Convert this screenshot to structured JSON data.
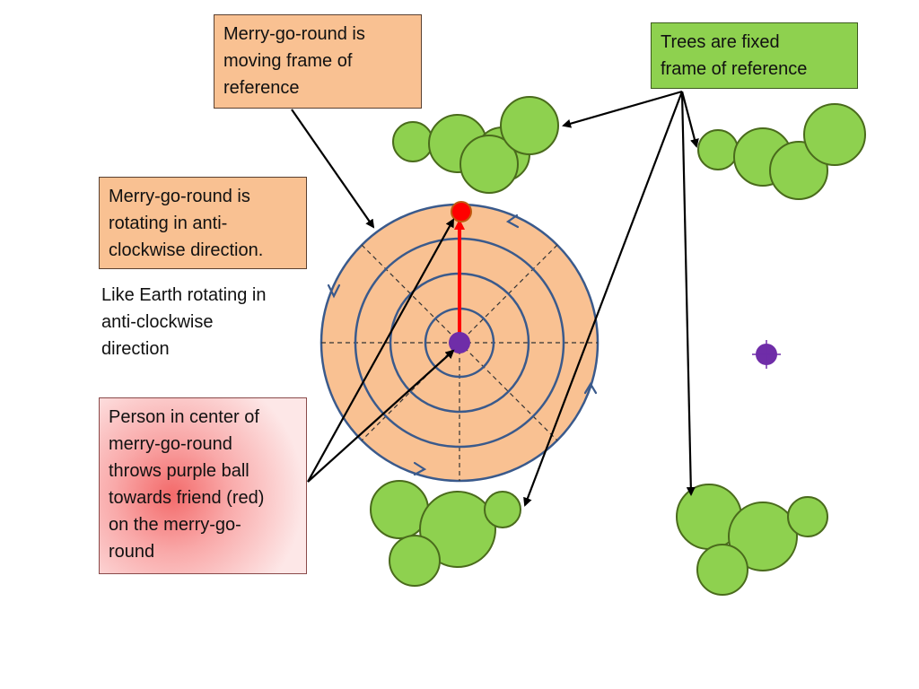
{
  "labels": {
    "moving_frame": [
      "Merry-go-round is",
      "moving frame of",
      "reference"
    ],
    "fixed_frame": [
      "Trees are fixed",
      "frame of reference"
    ],
    "rotating": [
      "Merry-go-round is",
      "rotating in anti-",
      "clockwise direction."
    ],
    "earth": [
      "Like Earth rotating in",
      "anti-clockwise",
      "direction"
    ],
    "person": [
      "Person in center of",
      "merry-go-round",
      "throws purple ball",
      "towards friend (red)",
      "on the merry-go-",
      "round"
    ]
  },
  "colors": {
    "merry_go_round_fill": "#f9c192",
    "ring_stroke": "#3a5a8c",
    "tree_fill": "#8ed14f",
    "tree_stroke": "#4a6b1c",
    "ball": "#6f2da8",
    "friend": "#ff0000",
    "arrow": "#000000",
    "throw_arrow": "#ff0000"
  },
  "icons": {
    "trees": "tree-cluster-icon",
    "ball": "purple-ball-icon",
    "friend": "red-friend-dot-icon"
  }
}
